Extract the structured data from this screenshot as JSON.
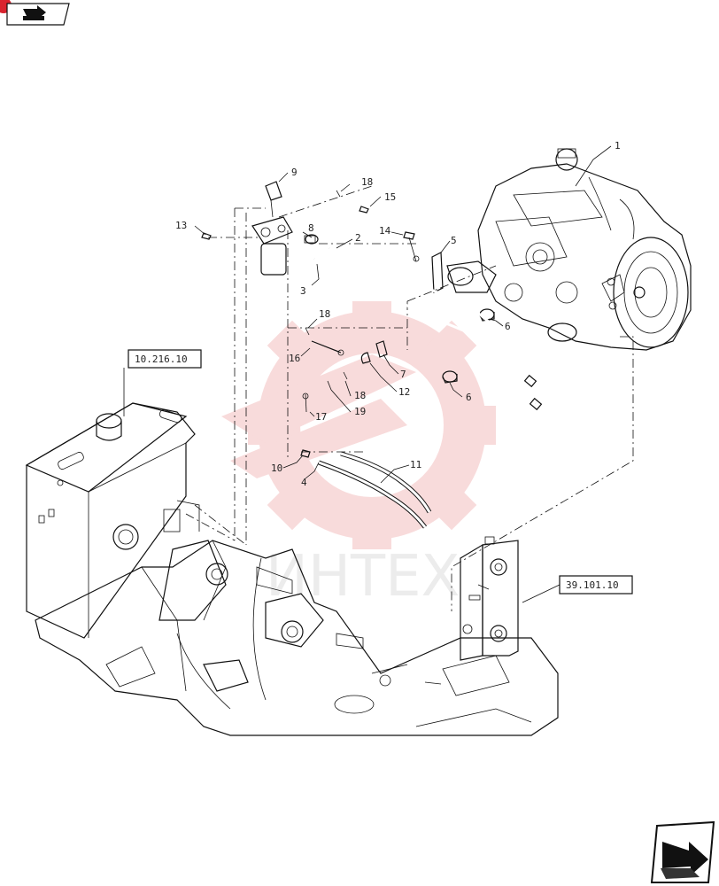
{
  "callouts": [
    {
      "id": "c1",
      "label": "1"
    },
    {
      "id": "c2",
      "label": "2"
    },
    {
      "id": "c3",
      "label": "3"
    },
    {
      "id": "c4",
      "label": "4"
    },
    {
      "id": "c5",
      "label": "5"
    },
    {
      "id": "c6a",
      "label": "6"
    },
    {
      "id": "c6b",
      "label": "6"
    },
    {
      "id": "c7",
      "label": "7"
    },
    {
      "id": "c8",
      "label": "8"
    },
    {
      "id": "c9",
      "label": "9"
    },
    {
      "id": "c10",
      "label": "10"
    },
    {
      "id": "c11",
      "label": "11"
    },
    {
      "id": "c12",
      "label": "12"
    },
    {
      "id": "c13",
      "label": "13"
    },
    {
      "id": "c14",
      "label": "14"
    },
    {
      "id": "c15",
      "label": "15"
    },
    {
      "id": "c16",
      "label": "16"
    },
    {
      "id": "c17",
      "label": "17"
    },
    {
      "id": "c18a",
      "label": "18"
    },
    {
      "id": "c18b",
      "label": "18"
    },
    {
      "id": "c18c",
      "label": "18"
    },
    {
      "id": "c19",
      "label": "19"
    }
  ],
  "references": {
    "fuel_tank_ref": "10.216.10",
    "frame_ref": "39.101.10"
  },
  "watermark": {
    "text": "ИНТЕХ",
    "color": "#f2b8b8"
  },
  "icons": {
    "top_left": "tab-arrow-icon",
    "bottom_right": "next-page-arrow-icon"
  },
  "colors": {
    "line": "#111111",
    "badge": "#d9232e",
    "watermark": "#f2b8b8"
  }
}
